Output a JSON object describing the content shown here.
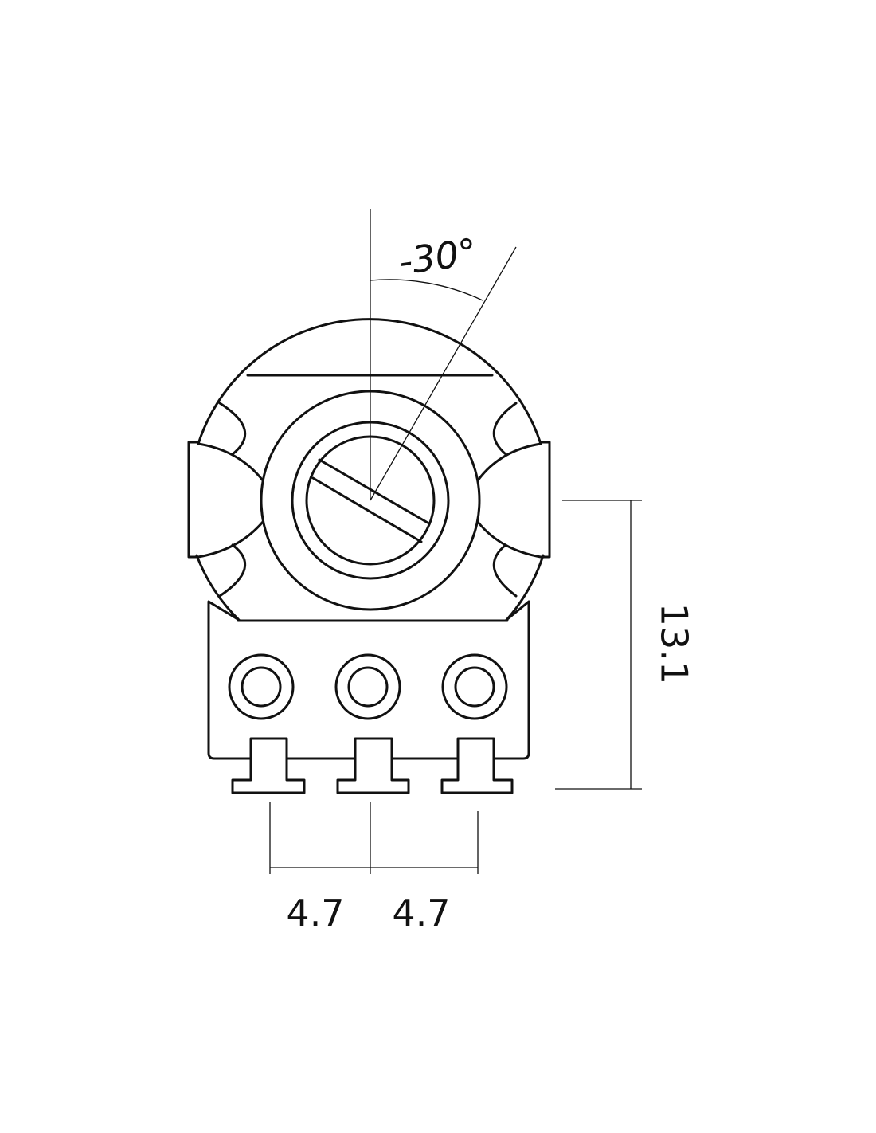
{
  "diagram": {
    "angle_label": "-30°",
    "height_label": "13.1",
    "pitch_left_label": "4.7",
    "pitch_right_label": "4.7"
  },
  "colors": {
    "line": "#111111",
    "background": "#ffffff"
  }
}
